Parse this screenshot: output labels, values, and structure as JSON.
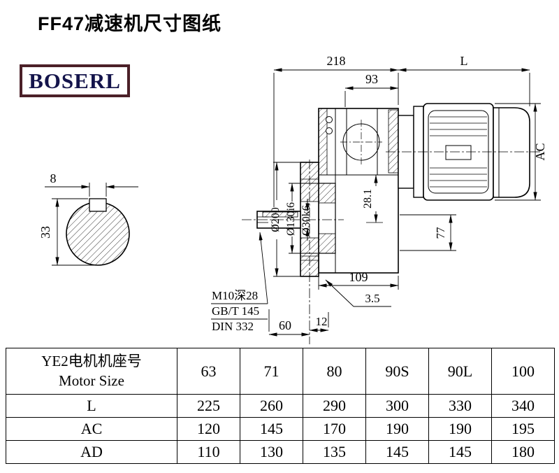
{
  "page": {
    "title": "FF47减速机尺寸图纸",
    "brand": "BOSERL"
  },
  "drawing": {
    "dim_218": "218",
    "dim_L": "L",
    "dim_93": "93",
    "dim_AC": "AC",
    "dim_8": "8",
    "dim_33": "33",
    "dim_d200": "Ø200",
    "dim_d130": "Ø130i6",
    "dim_d30": "Ø30k6",
    "dim_28_1": "28.1",
    "dim_77": "77",
    "dim_109": "109",
    "dim_3_5": "3.5",
    "dim_60": "60",
    "dim_12": "12",
    "note_m10": "M10深28",
    "note_gbt": "GB/T 145",
    "note_din": "DIN 332"
  },
  "table": {
    "header_cn": "YE2电机机座号",
    "header_en": "Motor Size",
    "sizes": [
      "63",
      "71",
      "80",
      "90S",
      "90L",
      "100"
    ],
    "rows": [
      {
        "label": "L",
        "values": [
          "225",
          "260",
          "290",
          "300",
          "330",
          "340"
        ]
      },
      {
        "label": "AC",
        "values": [
          "120",
          "145",
          "170",
          "190",
          "190",
          "195"
        ]
      },
      {
        "label": "AD",
        "values": [
          "110",
          "130",
          "135",
          "145",
          "145",
          "180"
        ]
      }
    ]
  }
}
